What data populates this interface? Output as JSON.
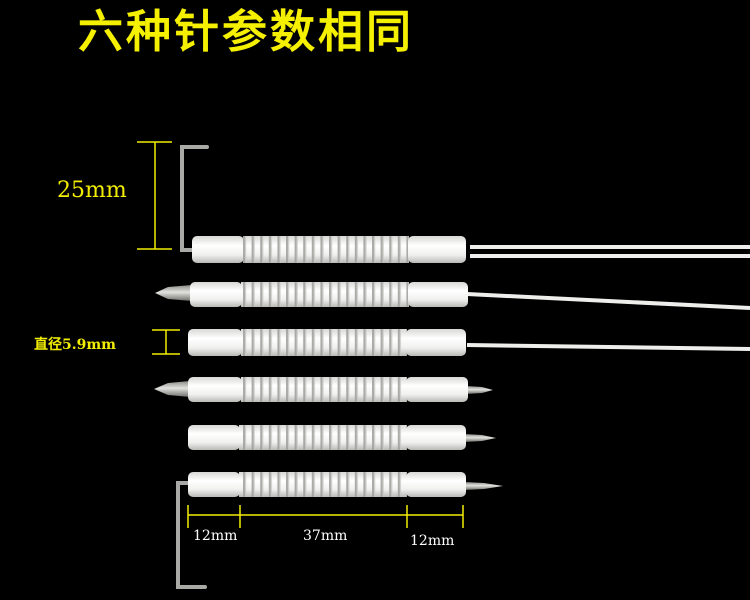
{
  "title": "六种针参数相同",
  "labels": {
    "height": "25mm",
    "diameter": "直径5.9mm",
    "left_len": "12mm",
    "mid_len": "37mm",
    "right_len": "12mm"
  },
  "colors": {
    "background": "#000000",
    "title": "#f5f000",
    "annotation": "#f2ee00",
    "ceramic": "#f4f4f2",
    "metal": "#b8b8b4"
  }
}
